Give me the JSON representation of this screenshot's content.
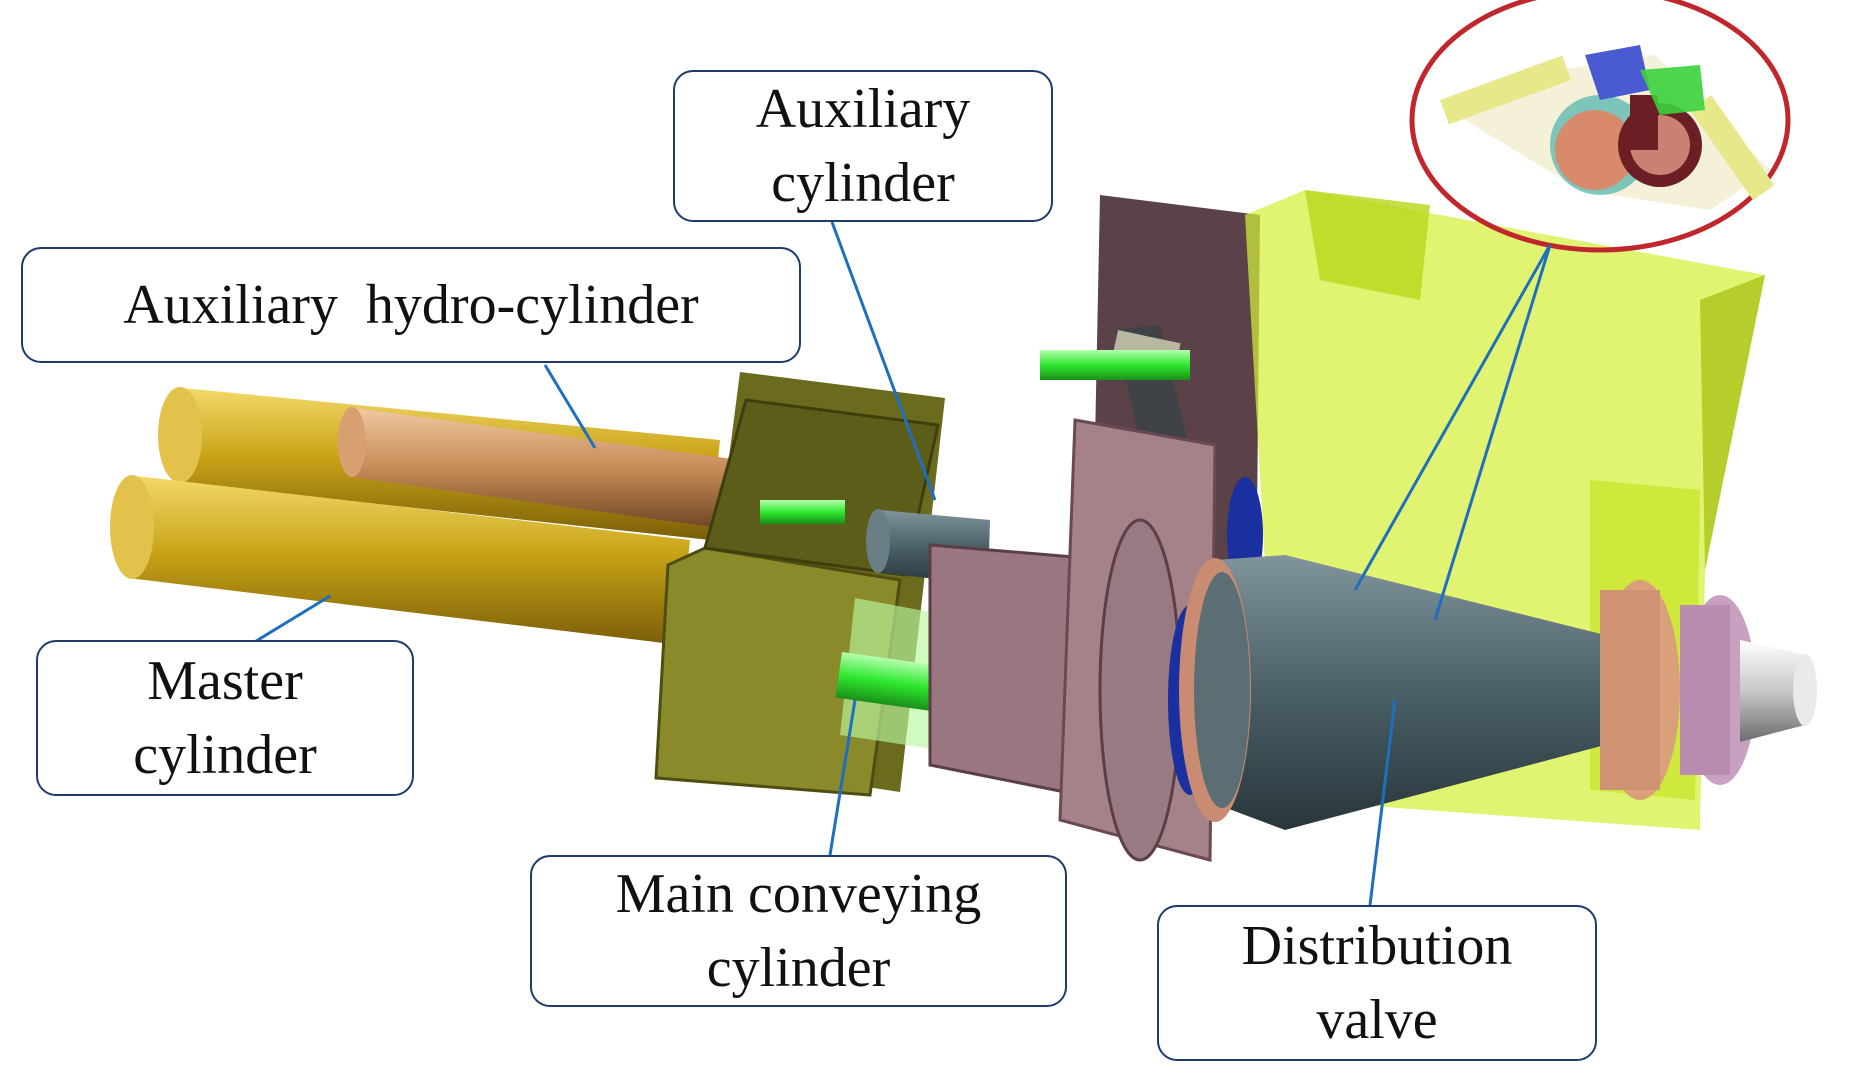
{
  "labels": {
    "auxiliary_cylinder": [
      "Auxiliary",
      "cylinder"
    ],
    "auxiliary_hydro_cylinder": [
      "Auxiliary  hydro-cylinder"
    ],
    "master_cylinder": [
      "Master",
      "cylinder"
    ],
    "main_conveying_cylinder": [
      "Main conveying",
      "cylinder"
    ],
    "distribution_valve": [
      "Distribution",
      "valve"
    ]
  },
  "colors": {
    "master_cylinder": "#c9a418",
    "hydro_cylinder": "#c58a55",
    "mount_frame": "#7a7a28",
    "valve_housing": "#8c6a6a",
    "hopper": "#d4f03a",
    "distribution_valve": "#4a5f66",
    "conveying_rod": "#2fe82f",
    "flange": "#1a2fa0",
    "outlet": "#d9a07a",
    "leader_line": "#1f6fbf",
    "detail_ellipse": "#c0272d",
    "label_border": "#1f3b6e"
  }
}
